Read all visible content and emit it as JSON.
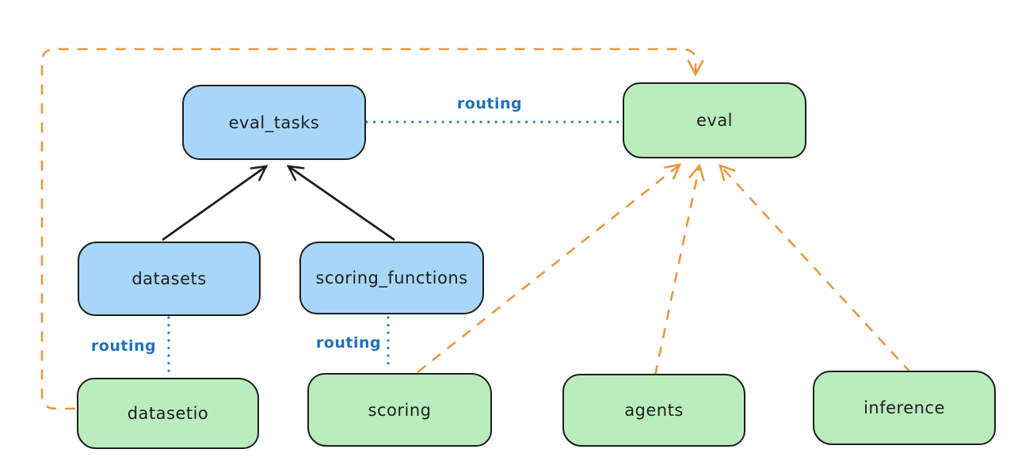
{
  "diagram": {
    "background": "#ffffff",
    "routing_label": "routing",
    "colors": {
      "api_box_fill": "#a8d6f8",
      "provider_box_fill": "#b9edbe",
      "box_stroke": "#1e1e1e",
      "solid_arrow": "#1e1e1e",
      "routing_dotted_line": "#2f7fd1",
      "routing_label_text": "#2271b8",
      "dashed_dependency_arrow": "#e9973f"
    },
    "nodes": {
      "eval_tasks": {
        "label": "eval_tasks",
        "kind": "blue"
      },
      "eval": {
        "label": "eval",
        "kind": "green"
      },
      "datasets": {
        "label": "datasets",
        "kind": "blue"
      },
      "scoring_functions": {
        "label": "scoring_functions",
        "kind": "blue"
      },
      "datasetio": {
        "label": "datasetio",
        "kind": "green"
      },
      "scoring": {
        "label": "scoring",
        "kind": "green"
      },
      "agents": {
        "label": "agents",
        "kind": "green"
      },
      "inference": {
        "label": "inference",
        "kind": "green"
      }
    },
    "edges": [
      {
        "from": "datasets",
        "to": "eval_tasks",
        "style": "solid-arrow",
        "color": "black"
      },
      {
        "from": "scoring_functions",
        "to": "eval_tasks",
        "style": "solid-arrow",
        "color": "black"
      },
      {
        "from": "eval_tasks",
        "to": "eval",
        "style": "dotted-line",
        "label": "routing",
        "color": "blue"
      },
      {
        "from": "datasets",
        "to": "datasetio",
        "style": "dotted-line",
        "label": "routing",
        "color": "blue"
      },
      {
        "from": "scoring_functions",
        "to": "scoring",
        "style": "dotted-line",
        "label": "routing",
        "color": "blue"
      },
      {
        "from": "datasetio",
        "to": "eval",
        "style": "dashed-arrow",
        "color": "orange"
      },
      {
        "from": "scoring",
        "to": "eval",
        "style": "dashed-arrow",
        "color": "orange"
      },
      {
        "from": "agents",
        "to": "eval",
        "style": "dashed-arrow",
        "color": "orange"
      },
      {
        "from": "inference",
        "to": "eval",
        "style": "dashed-arrow",
        "color": "orange"
      }
    ]
  }
}
